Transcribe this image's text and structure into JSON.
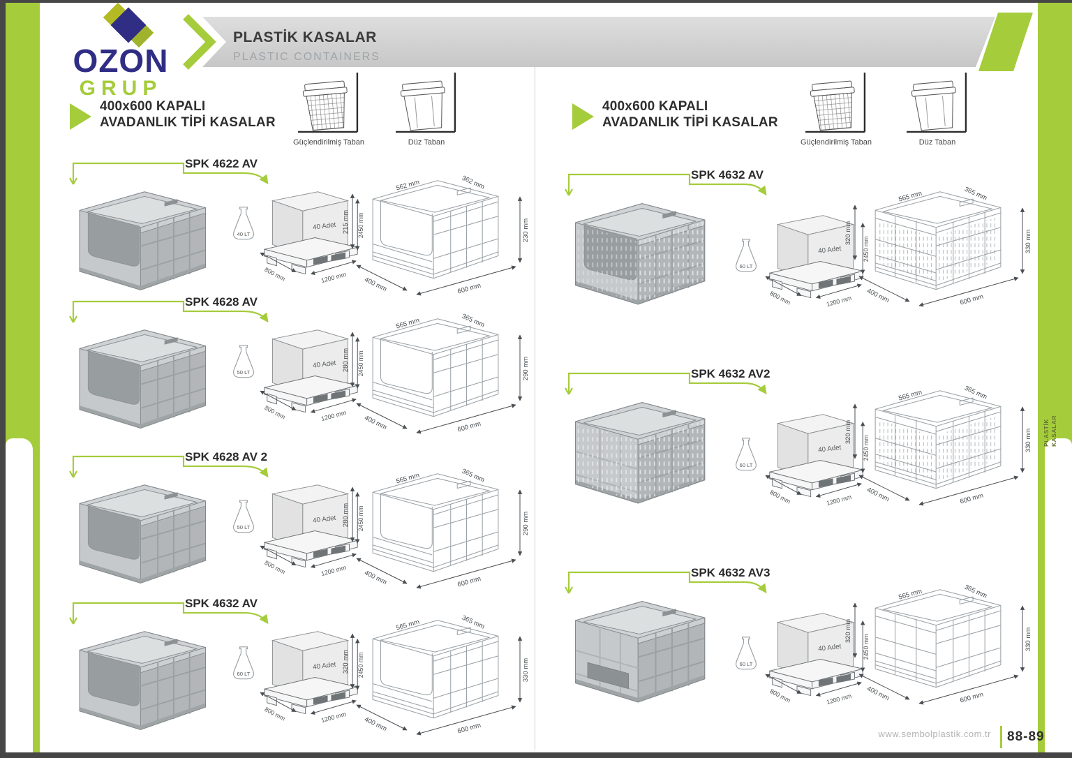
{
  "logo": {
    "title": "OZON",
    "subtitle": "GRUP"
  },
  "header": {
    "title": "PLASTİK KASALAR",
    "subtitle": "PLASTIC CONTAINERS"
  },
  "edge_tabs": {
    "line1": "PLASTİK",
    "line2": "KASALAR"
  },
  "base_types": {
    "reinforced_label": "Güçlendirilmiş Taban",
    "flat_label": "Düz Taban"
  },
  "footer": {
    "website": "www.sembolplastik.com.tr",
    "page_numbers": "88-89"
  },
  "colors": {
    "accent_green": "#a5cc3b",
    "logo_navy": "#2f2d84",
    "logo_lime": "#b4ba24",
    "header_gray": "#d5d5d5",
    "crate_gray": "#b8bcbe",
    "line_gray": "#9aa1a6",
    "text_dark": "#333333"
  },
  "pages": [
    {
      "section_title_line1": "400x600 KAPALI",
      "section_title_line2": "AVADANLIK TİPİ KASALAR",
      "products": [
        {
          "name": "SPK 4622 AV",
          "capacity": "40 LT",
          "pallet": {
            "count": "40 Adet",
            "stack_height": "2450 mm",
            "depth": "800 mm",
            "width": "1200 mm"
          },
          "dims": {
            "inner_length": "562 mm",
            "inner_width": "362 mm",
            "front_height": "215 mm",
            "back_height": "230 mm",
            "outer_width": "400 mm",
            "outer_length": "600 mm"
          }
        },
        {
          "name": "SPK 4628 AV",
          "capacity": "50 LT",
          "pallet": {
            "count": "40 Adet",
            "stack_height": "2450 mm",
            "depth": "800 mm",
            "width": "1200 mm"
          },
          "dims": {
            "inner_length": "565 mm",
            "inner_width": "365 mm",
            "front_height": "280 mm",
            "back_height": "290 mm",
            "outer_width": "400 mm",
            "outer_length": "600 mm"
          }
        },
        {
          "name": "SPK 4628 AV 2",
          "capacity": "50 LT",
          "pallet": {
            "count": "40 Adet",
            "stack_height": "2450 mm",
            "depth": "800 mm",
            "width": "1200 mm"
          },
          "dims": {
            "inner_length": "565 mm",
            "inner_width": "365 mm",
            "front_height": "280 mm",
            "back_height": "290 mm",
            "outer_width": "400 mm",
            "outer_length": "600 mm"
          }
        },
        {
          "name": "SPK 4632 AV",
          "capacity": "60 LT",
          "pallet": {
            "count": "40 Adet",
            "stack_height": "2450 mm",
            "depth": "800 mm",
            "width": "1200 mm"
          },
          "dims": {
            "inner_length": "565 mm",
            "inner_width": "365 mm",
            "front_height": "320 mm",
            "back_height": "330 mm",
            "outer_width": "400 mm",
            "outer_length": "600 mm"
          }
        }
      ]
    },
    {
      "section_title_line1": "400x600 KAPALI",
      "section_title_line2": "AVADANLIK TİPİ KASALAR",
      "products": [
        {
          "name": "SPK 4632 AV",
          "capacity": "60 LT",
          "pallet": {
            "count": "40 Adet",
            "stack_height": "2450 mm",
            "depth": "800 mm",
            "width": "1200 mm"
          },
          "dims": {
            "inner_length": "565 mm",
            "inner_width": "365 mm",
            "front_height": "320 mm",
            "back_height": "330 mm",
            "outer_width": "400 mm",
            "outer_length": "600 mm"
          }
        },
        {
          "name": "SPK 4632 AV2",
          "capacity": "60 LT",
          "pallet": {
            "count": "40 Adet",
            "stack_height": "2450 mm",
            "depth": "800 mm",
            "width": "1200 mm"
          },
          "dims": {
            "inner_length": "565 mm",
            "inner_width": "365 mm",
            "front_height": "320 mm",
            "back_height": "330 mm",
            "outer_width": "400 mm",
            "outer_length": "600 mm"
          }
        },
        {
          "name": "SPK 4632 AV3",
          "capacity": "60 LT",
          "pallet": {
            "count": "40 Adet",
            "stack_height": "2450 mm",
            "depth": "800 mm",
            "width": "1200 mm"
          },
          "dims": {
            "inner_length": "565 mm",
            "inner_width": "365 mm",
            "front_height": "320 mm",
            "back_height": "330 mm",
            "outer_width": "400 mm",
            "outer_length": "600 mm"
          }
        }
      ]
    }
  ]
}
